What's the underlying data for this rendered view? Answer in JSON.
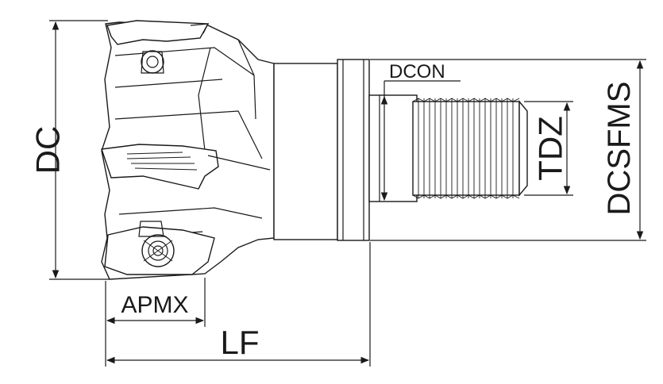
{
  "diagram": {
    "labels": {
      "dc": "DC",
      "dcon": "DCON",
      "dcsfms": "DCSFMS",
      "tdz": "TDZ",
      "apmx": "APMX",
      "lf": "LF"
    },
    "colors": {
      "line": "#1a1a1a",
      "background": "#ffffff"
    }
  }
}
